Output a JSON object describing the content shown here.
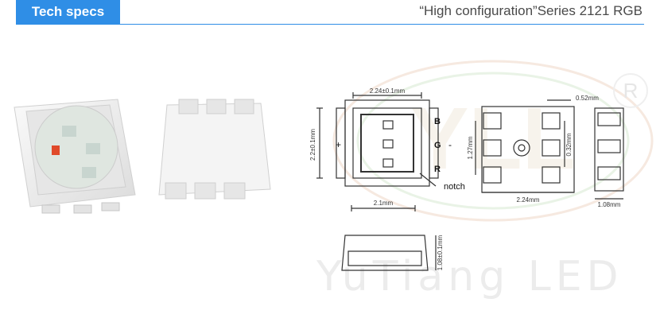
{
  "header": {
    "tab_label": "Tech specs",
    "heading": "“High configuration”Series 2121 RGB"
  },
  "watermark": {
    "brand": "YuTiang LED",
    "r_mark": "R",
    "logo_text": "YLL"
  },
  "drawing": {
    "top_view": {
      "width_label": "2.24±0.1mm",
      "height_label": "2.2±0.1mm",
      "plus": "+",
      "minus": "-",
      "pins": [
        "B",
        "G",
        "R"
      ],
      "notch": "notch"
    },
    "bottom_view": {
      "pad_width": "0.52mm",
      "pitch": "1.27mm",
      "pad_height": "0.32mm",
      "body_width": "2.24mm"
    },
    "side_view_right": {
      "height": "1.08mm"
    },
    "side_view_bottom": {
      "width": "2.1mm",
      "height": "1.08±0.1mm"
    }
  },
  "colors": {
    "accent": "#2f8ee6",
    "line": "#333333",
    "chip_body": "#f2f2f2"
  }
}
